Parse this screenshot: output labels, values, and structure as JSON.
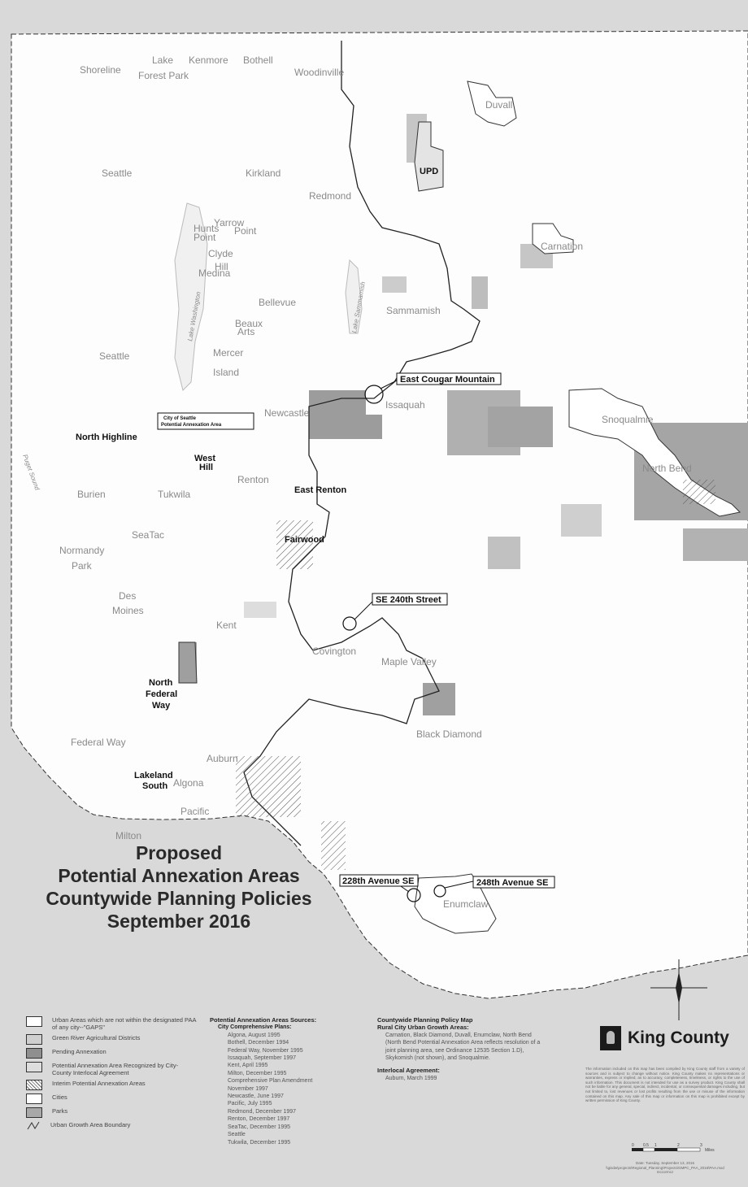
{
  "title": {
    "line1": "Proposed",
    "line2": "Potential Annexation Areas",
    "line3": "Countywide Planning Policies",
    "line4": "September 2016"
  },
  "cities": [
    {
      "name": "Shoreline"
    },
    {
      "name": "Lake"
    },
    {
      "name": "Kenmore"
    },
    {
      "name": "Bothell"
    },
    {
      "name": "Forest Park"
    },
    {
      "name": "Woodinville"
    },
    {
      "name": "Duvall"
    },
    {
      "name": "Seattle"
    },
    {
      "name": "Kirkland"
    },
    {
      "name": "Redmond"
    },
    {
      "name": "Yarrow"
    },
    {
      "name": "Hunts"
    },
    {
      "name": "Point"
    },
    {
      "name": "Point"
    },
    {
      "name": "Clyde"
    },
    {
      "name": "Hill"
    },
    {
      "name": "Medina"
    },
    {
      "name": "Carnation"
    },
    {
      "name": "Sammamish"
    },
    {
      "name": "Bellevue"
    },
    {
      "name": "Beaux"
    },
    {
      "name": "Arts"
    },
    {
      "name": "Mercer"
    },
    {
      "name": "Island"
    },
    {
      "name": "Seattle"
    },
    {
      "name": "Issaquah"
    },
    {
      "name": "Newcastle"
    },
    {
      "name": "Snoqualmie"
    },
    {
      "name": "North Bend"
    },
    {
      "name": "Renton"
    },
    {
      "name": "Burien"
    },
    {
      "name": "Tukwila"
    },
    {
      "name": "SeaTac"
    },
    {
      "name": "Normandy"
    },
    {
      "name": "Park"
    },
    {
      "name": "Des"
    },
    {
      "name": "Moines"
    },
    {
      "name": "Kent"
    },
    {
      "name": "Covington"
    },
    {
      "name": "Maple Valley"
    },
    {
      "name": "Federal Way"
    },
    {
      "name": "Black Diamond"
    },
    {
      "name": "Auburn"
    },
    {
      "name": "Algona"
    },
    {
      "name": "Pacific"
    },
    {
      "name": "Milton"
    },
    {
      "name": "Enumclaw"
    }
  ],
  "water_labels": [
    {
      "name": "Lake Washington"
    },
    {
      "name": "Lake Sammamish"
    },
    {
      "name": "Puget Sound"
    }
  ],
  "paa_labels": [
    {
      "name": "North Highline"
    },
    {
      "name": "West"
    },
    {
      "name": "Hill"
    },
    {
      "name": "East Renton"
    },
    {
      "name": "Fairwood"
    },
    {
      "name": "North"
    },
    {
      "name": "Federal"
    },
    {
      "name": "Way"
    },
    {
      "name": "Lakeland"
    },
    {
      "name": "South"
    },
    {
      "name": "UPD"
    }
  ],
  "callouts": [
    {
      "name": "East Cougar Mountain"
    },
    {
      "name": "SE 240th Street"
    },
    {
      "name": "228th Avenue SE"
    },
    {
      "name": "248th Avenue SE"
    }
  ],
  "seattle_paa": {
    "line1": "City of Seattle",
    "line2": "Potential Annexation Area"
  },
  "legend": [
    {
      "label": "Urban Areas which are not within the designated PAA of any city--\"GAPS\"",
      "color": "#ffffff",
      "pattern": "none"
    },
    {
      "label": "Green River Agricultural Districts",
      "color": "#cfcfcf",
      "pattern": "none"
    },
    {
      "label": "Pending Annexation",
      "color": "#8f8f8f",
      "pattern": "none"
    },
    {
      "label": "Potential Annexation Area Recognized by City-County Interlocal Agreement",
      "color": "#dedede",
      "pattern": "none"
    },
    {
      "label": "Interim Potential Annexation Areas",
      "color": "#ffffff",
      "pattern": "hatch"
    },
    {
      "label": "Cities",
      "color": "#ffffff",
      "pattern": "none"
    },
    {
      "label": "Parks",
      "color": "#a8a8a8",
      "pattern": "none"
    },
    {
      "label": "Urban Growth Area Boundary",
      "color": "",
      "pattern": "line"
    }
  ],
  "sources": {
    "heading": "Potential Annexation Areas Sources:",
    "subheading": "City Comprehensive Plans:",
    "items": [
      "Algona, August 1995",
      "Bothell, December 1994",
      "Federal Way, November 1995",
      "Issaquah, September 1997",
      "Kent, April 1995",
      "Milton, December 1995",
      "Comprehensive Plan Amendment",
      "November 1997",
      "Newcastle, June 1997",
      "Pacific, July 1995",
      "Redmond, December 1997",
      "Renton, December 1997",
      "SeaTac, December 1995",
      "Seattle",
      "Tukwila, December 1995"
    ]
  },
  "countywide": {
    "heading": "Countywide Planning Policy Map",
    "subheading": "Rural City Urban Growth Areas:",
    "text": "Carnation, Black Diamond, Duvall, Enumclaw, North Bend (North Bend Potential Annexation Area reflects resolution of a joint planning area, see Ordinance 12535 Section 1.D), Skykomish (not shown), and Snoqualmie.",
    "interlocal_heading": "Interlocal Agreement:",
    "interlocal_text": "Auburn, March 1999"
  },
  "brand": {
    "name": "King County"
  },
  "disclaimer": "The information included on this map has been compiled by King County staff from a variety of sources and is subject to change without notice. King County makes no representations or warranties, express or implied, as to accuracy, completeness, timeliness, or rights to the use of such information. This document is not intended for use as a survey product. King County shall not be liable for any general, special, indirect, incidental, or consequential damages including, but not limited to, lost revenues or lost profits resulting from the use or misuse of the information contained on this map. Any sale of this map or information on this map is prohibited except by written permission of King County.",
  "scale": {
    "ticks": [
      "0",
      "0.5",
      "1",
      "2",
      "3"
    ],
    "unit": "Miles"
  },
  "date_block": {
    "line1": "Date: Tuesday, September 13, 2016",
    "line2": "\\\\gisdw\\projects\\Regional_Planning\\Projects\\GMPC_PAA_2016\\PAA.mxd",
    "line3": "mccormcz"
  }
}
